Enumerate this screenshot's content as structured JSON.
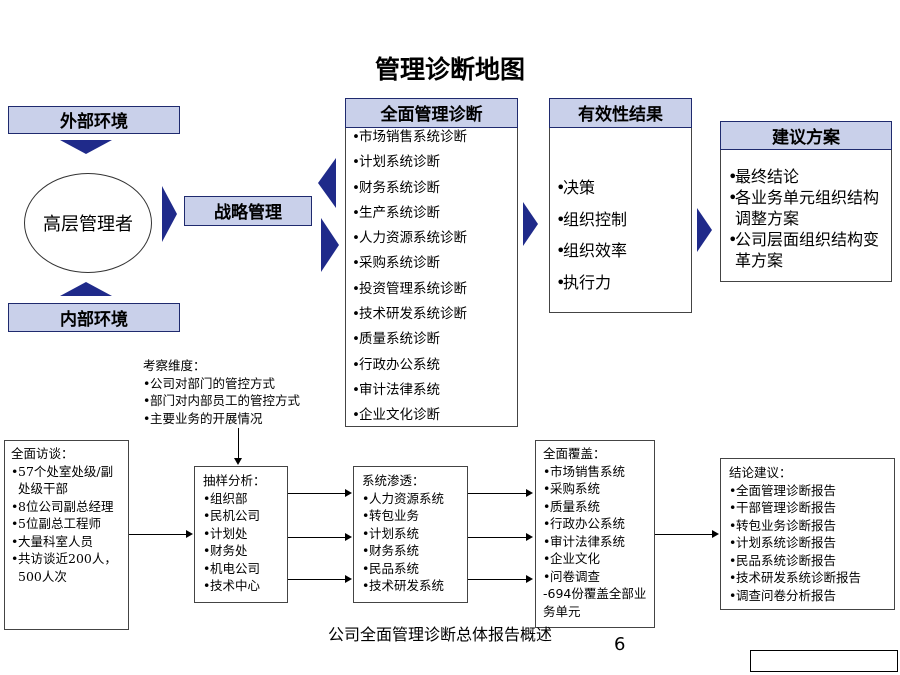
{
  "title": "管理诊断地图",
  "external_env": "外部环境",
  "internal_env": "内部环境",
  "top_management": "高层管理者",
  "strategy": "战略管理",
  "diagnosis": {
    "header": "全面管理诊断",
    "items": [
      "市场销售系统诊断",
      "计划系统诊断",
      "财务系统诊断",
      "生产系统诊断",
      "人力资源系统诊断",
      "采购系统诊断",
      "投资管理系统诊断",
      "技术研发系统诊断",
      "质量系统诊断",
      "行政办公系统",
      "审计法律系统",
      "企业文化诊断"
    ]
  },
  "effective": {
    "header": "有效性结果",
    "items": [
      "决策",
      "组织控制",
      "组织效率",
      "执行力"
    ]
  },
  "recommendation": {
    "header": "建议方案",
    "items": [
      "最终结论",
      "各业务单元组织结构调整方案",
      "公司层面组织结构变革方案"
    ]
  },
  "dimensions": {
    "title": "考察维度：",
    "items": [
      "公司对部门的管控方式",
      "部门对内部员工的管控方式",
      "主要业务的开展情况"
    ]
  },
  "interviews": {
    "title": "全面访谈：",
    "items": [
      "57个处室处级/副处级干部",
      "8位公司副总经理",
      "5位副总工程师",
      "大量科室人员",
      "共访谈近200人，500人次"
    ]
  },
  "sampling": {
    "title": "抽样分析：",
    "items": [
      "组织部",
      "民机公司",
      "计划处",
      "财务处",
      "机电公司",
      "技术中心"
    ]
  },
  "penetration": {
    "title": "系统渗透：",
    "items": [
      "人力资源系统",
      "转包业务",
      "计划系统",
      "财务系统",
      "民品系统",
      "技术研发系统"
    ]
  },
  "coverage": {
    "title": "全面覆盖：",
    "items": [
      "市场销售系统",
      "采购系统",
      "质量系统",
      "行政办公系统",
      "审计法律系统",
      "企业文化",
      "问卷调查"
    ],
    "note": "-694份覆盖全部业务单元"
  },
  "conclusions": {
    "title": "结论建议：",
    "items": [
      "全面管理诊断报告",
      "干部管理诊断报告",
      "转包业务诊断报告",
      "计划系统诊断报告",
      "民品系统诊断报告",
      "技术研发系统诊断报告",
      "调查问卷分析报告"
    ]
  },
  "caption": "公司全面管理诊断总体报告概述",
  "page_number": "6",
  "colors": {
    "header_fill": "#c9d0ea",
    "arrow_navy": "#1f2a8a"
  }
}
